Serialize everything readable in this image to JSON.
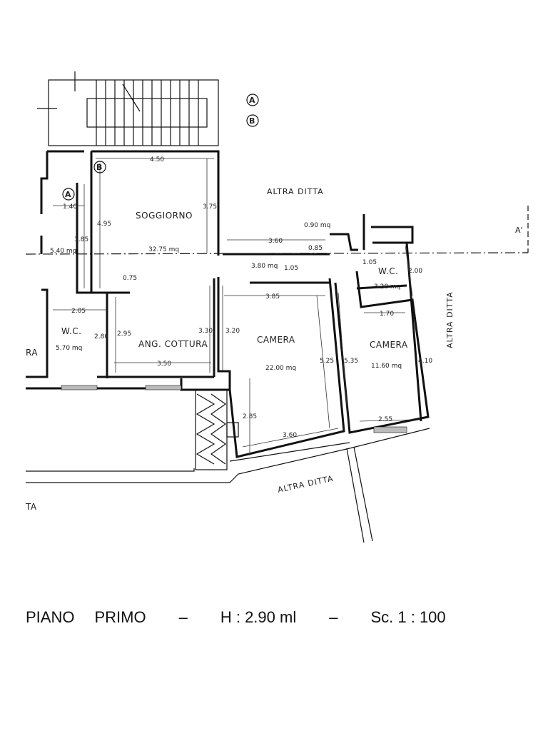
{
  "rooms": {
    "soggiorno": "SOGGIORNO",
    "soggiorno_area": "32.75 mq",
    "ang_cottura": "ANG. COTTURA",
    "wc_left": "W.C.",
    "wc_left_area": "5.70 mq",
    "camera_mid": "CAMERA",
    "camera_mid_area": "22.00 mq",
    "camera_right": "CAMERA",
    "camera_right_area": "11.60 mq",
    "wc_right": "W.C.",
    "wc_right_area": "3.20 mq",
    "corridor_area": "3.80 mq",
    "entry_area": "5.40 mq",
    "small_area": "0.90 mq",
    "left_cut": "RA",
    "bottom_left_cut": "TA"
  },
  "dimensions": {
    "d450": "4.50",
    "d375": "3.75",
    "d495": "4.95",
    "d140": "1.40",
    "d385a": "3.85",
    "d075": "0.75",
    "d360a": "3.60",
    "d085": "0.85",
    "d105a": "1.05",
    "d105b": "1.05",
    "d200": "2.00",
    "d385b": "3.85",
    "d205": "2.05",
    "d280": "2.80",
    "d295": "2.95",
    "d330": "3.30",
    "d320": "3.20",
    "d350": "3.50",
    "d525": "5.25",
    "d535": "5.35",
    "d170": "1.70",
    "d410": "4.10",
    "d285": "2.85",
    "d360b": "3.60",
    "d255": "2.55"
  },
  "labels": {
    "altra_ditta_top": "ALTRA DITTA",
    "altra_ditta_right": "ALTRA DITTA",
    "altra_ditta_bottom": "ALTRA DITTA",
    "marker_a": "A",
    "marker_b": "B",
    "section_a": "A'"
  },
  "caption": {
    "floor": "PIANO",
    "floor2": "PRIMO",
    "sep1": "–",
    "height": "H : 2.90 ml",
    "sep2": "–",
    "scale": "Sc. 1 : 100"
  }
}
